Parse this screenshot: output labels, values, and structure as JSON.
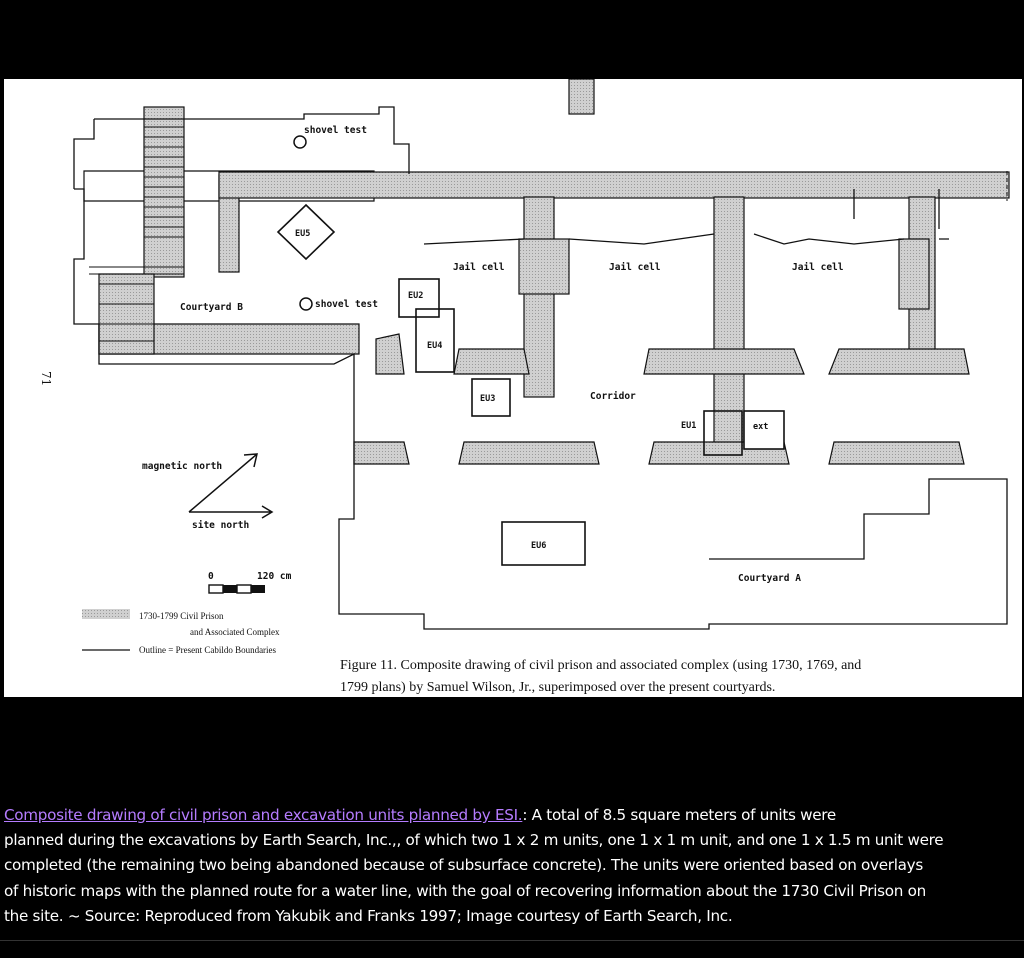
{
  "figure": {
    "page_number": "71",
    "labels": {
      "shovel_test_top": "shovel test",
      "shovel_test_mid": "shovel test",
      "courtyard_b": "Courtyard B",
      "courtyard_a": "Courtyard A",
      "corridor": "Corridor",
      "jail_cell_1": "Jail cell",
      "jail_cell_2": "Jail cell",
      "jail_cell_3": "Jail cell",
      "eu1": "EU1",
      "eu2": "EU2",
      "eu3": "EU3",
      "eu4": "EU4",
      "eu5": "EU5",
      "eu6": "EU6",
      "ext": "ext",
      "magnetic_north": "magnetic north",
      "site_north": "site north",
      "scale_zero": "0",
      "scale_end": "120 cm"
    },
    "legend": {
      "item1_line1": "1730-1799 Civil Prison",
      "item1_line2": "and Associated Complex",
      "item2": "Outline = Present Cabildo Boundaries"
    },
    "figure_caption_line1": "Figure 11.  Composite drawing of civil prison and associated complex (using 1730, 1769, and",
    "figure_caption_line2": "1799 plans) by Samuel Wilson, Jr., superimposed over the present courtyards."
  },
  "caption": {
    "title_link": "Composite drawing of civil prison and excavation units planned by ESI.",
    "lines": [
      ": A total of 8.5 square meters of units were",
      "planned during the excavations by Earth Search, Inc.,, of which two 1 x 2 m units, one 1 x 1 m unit, and one 1 x 1.5 m unit were",
      "completed (the remaining two being abandoned because of subsurface concrete). The units were oriented based on overlays",
      "of historic maps with the planned route for a water line, with the goal of recovering information about the 1730 Civil Prison on",
      "the site. ~ Source: Reproduced from Yakubik and Franks 1997; Image courtesy of Earth Search, Inc."
    ]
  },
  "colors": {
    "background": "#000000",
    "figure_bg": "#ffffff",
    "link": "#b57cff",
    "prison_fill": "#c8c8c8",
    "line": "#111111"
  }
}
